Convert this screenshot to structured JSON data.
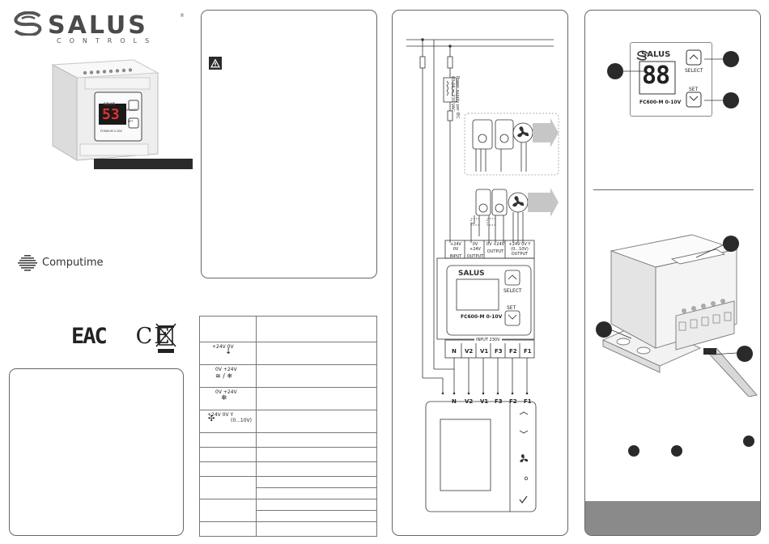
{
  "brand": {
    "name": "SALUS",
    "sub": "CONTROLS",
    "reg": "®"
  },
  "product": {
    "model": "FC600-M 0-10V",
    "display": "53",
    "display_alt": "88",
    "select_label": "SELECT",
    "set_label": "SET"
  },
  "maker": {
    "name": "Computime"
  },
  "marks": {
    "eac": "EAC",
    "ce": "CE"
  },
  "table": {
    "rows": [
      {
        "top": "+24V     0V",
        "icon": "↓"
      },
      {
        "top": "0V   +24V",
        "icon": "≋ / ❄"
      },
      {
        "top": "0V    +24V",
        "icon": "❄"
      },
      {
        "top": "+24V  0V     Y",
        "sub": "(0...10V)",
        "icon": "✣"
      }
    ]
  },
  "wiring": {
    "note_line1": "Power supply per IEC",
    "note_line2": "60-60 m 230 VAC",
    "terminal_top": [
      {
        "l1": "+24V   0V",
        "l2": "INPUT"
      },
      {
        "l1": "0V  +24V",
        "l2": "OUTPUT"
      },
      {
        "l1": "0V  +24V",
        "l2": "OUTPUT"
      },
      {
        "l1": "+24V  0V  Y",
        "l2": "OUTPUT",
        "l3": "(0...10V)"
      }
    ],
    "input_label": "INPUT 230V",
    "bottom_terminals": [
      "N",
      "V2",
      "V1",
      "F3",
      "F2",
      "F1"
    ]
  },
  "colors": {
    "border": "#666666",
    "dark": "#2a2a2a",
    "arrow_gray": "#bdbdbd",
    "footer_gray": "#8a8a8a"
  }
}
